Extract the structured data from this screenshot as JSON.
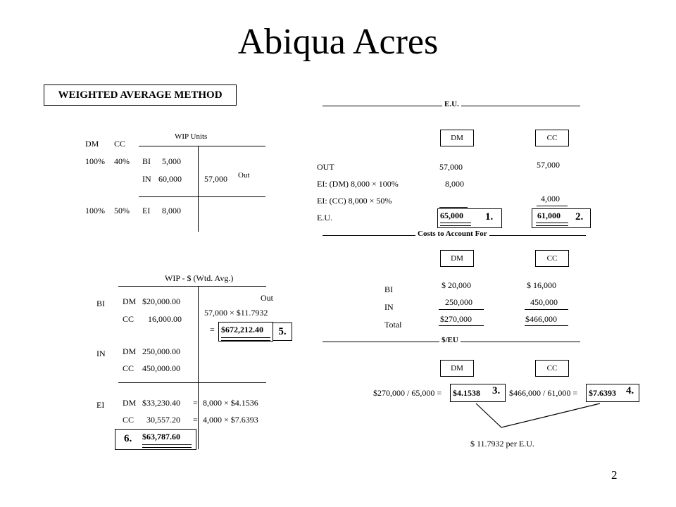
{
  "title": "Abiqua Acres",
  "method_label": "WEIGHTED AVERAGE METHOD",
  "wip_units": {
    "heading": "WIP Units",
    "col_dm": "DM",
    "col_cc": "CC",
    "bi": {
      "dm": "100%",
      "cc": "40%",
      "label": "BI",
      "value": "5,000"
    },
    "in": {
      "label": "IN",
      "value": "60,000"
    },
    "out": {
      "value": "57,000",
      "label": "Out"
    },
    "ei": {
      "dm": "100%",
      "cc": "50%",
      "label": "EI",
      "value": "8,000"
    }
  },
  "wip_dollars": {
    "heading": "WIP - $   (Wtd. Avg.)",
    "out_label": "Out",
    "bi_label": "BI",
    "bi_dm": {
      "label": "DM",
      "value": "$20,000.00"
    },
    "bi_cc": {
      "label": "CC",
      "value": "16,000.00"
    },
    "out_calc": "57,000 × $11.7932",
    "out_eq": "=",
    "out_total": "$672,212.40",
    "out_marker": "5.",
    "in_label": "IN",
    "in_dm": {
      "label": "DM",
      "value": "250,000.00"
    },
    "in_cc": {
      "label": "CC",
      "value": "450,000.00"
    },
    "ei_label": "EI",
    "ei_dm": {
      "label": "DM",
      "value": "$33,230.40",
      "eq": "=",
      "calc": "8,000 × $4.1536"
    },
    "ei_cc": {
      "label": "CC",
      "value": "30,557.20",
      "eq": "=",
      "calc": "4,000 × $7.6393"
    },
    "ei_total": "$63,787.60",
    "ei_marker": "6."
  },
  "eu": {
    "heading": "E.U.",
    "col_dm": "DM",
    "col_cc": "CC",
    "rows": [
      {
        "label": "OUT",
        "dm": "57,000",
        "cc": "57,000"
      },
      {
        "label": "EI: (DM)   8,000 × 100%",
        "dm": "8,000",
        "cc": ""
      },
      {
        "label": "EI: (CC)   8,000 ×  50%",
        "dm": "",
        "cc": "4,000"
      },
      {
        "label": "E.U.",
        "dm": "65,000",
        "cc": "61,000"
      }
    ],
    "dm_marker": "1.",
    "cc_marker": "2."
  },
  "costs": {
    "heading": "Costs to Account For",
    "col_dm": "DM",
    "col_cc": "CC",
    "rows": [
      {
        "label": "BI",
        "dm": "$  20,000",
        "cc": "$  16,000"
      },
      {
        "label": "IN",
        "dm": "250,000",
        "cc": "450,000"
      },
      {
        "label": "Total",
        "dm": "$270,000",
        "cc": "$466,000"
      }
    ]
  },
  "per_eu": {
    "heading": "$/EU",
    "col_dm": "DM",
    "col_cc": "CC",
    "dm_calc": "$270,000 / 65,000 =",
    "dm_result": "$4.1538",
    "dm_marker": "3.",
    "cc_calc": "$466,000 / 61,000 =",
    "cc_result": "$7.6393",
    "cc_marker": "4.",
    "total": "$ 11.7932 per E.U."
  },
  "slide_number": "2"
}
